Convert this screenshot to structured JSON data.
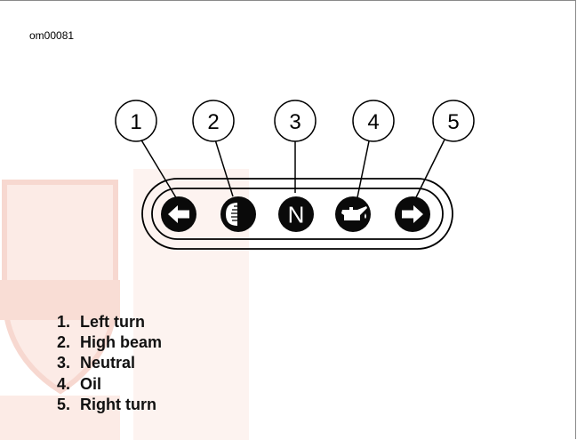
{
  "figure_id": "om00081",
  "callouts": [
    "1",
    "2",
    "3",
    "4",
    "5"
  ],
  "neutral_glyph": "N",
  "legend": [
    {
      "number": "1.",
      "label": "Left turn"
    },
    {
      "number": "2.",
      "label": "High beam"
    },
    {
      "number": "3.",
      "label": "Neutral"
    },
    {
      "number": "4.",
      "label": "Oil"
    },
    {
      "number": "5.",
      "label": "Right turn"
    }
  ],
  "icons": [
    "left-turn-arrow",
    "high-beam",
    "neutral-n",
    "oil-can",
    "right-turn-arrow"
  ],
  "colors": {
    "line": "#000000",
    "indicator_fill": "#0a0a0a",
    "watermark": "#fbe6e0",
    "frame": "#8a8a8a"
  }
}
